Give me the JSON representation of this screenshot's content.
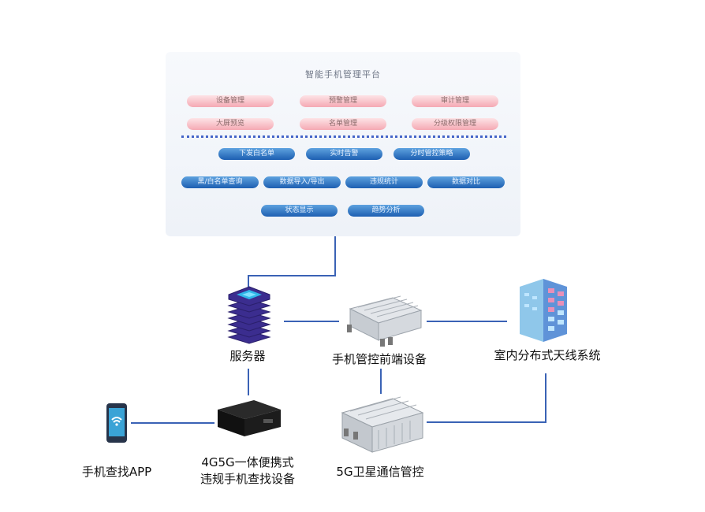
{
  "platform": {
    "title": "智能手机管理平台",
    "modules_row1": [
      "设备管理",
      "预警管理",
      "审计管理"
    ],
    "modules_row2": [
      "大屏预览",
      "名单管理",
      "分级权限管理"
    ],
    "functions_row1": [
      "下发白名单",
      "实时告警",
      "分时管控策略"
    ],
    "functions_row2": [
      "黑/白名单查询",
      "数据导入/导出",
      "违规统计",
      "数据对比"
    ],
    "functions_row3": [
      "状态显示",
      "趋势分析"
    ]
  },
  "nodes": {
    "server": "服务器",
    "front_device": "手机管控前端设备",
    "das": "室内分布式天线系统",
    "app": "手机查找APP",
    "portable_line1": "4G5G一体便携式",
    "portable_line2": "违规手机查找设备",
    "satellite": "5G卫星通信管控"
  },
  "colors": {
    "connector": "#3a62b5",
    "pill_blue": "#1d5fb1",
    "pill_pink": "#f5a9b3"
  }
}
